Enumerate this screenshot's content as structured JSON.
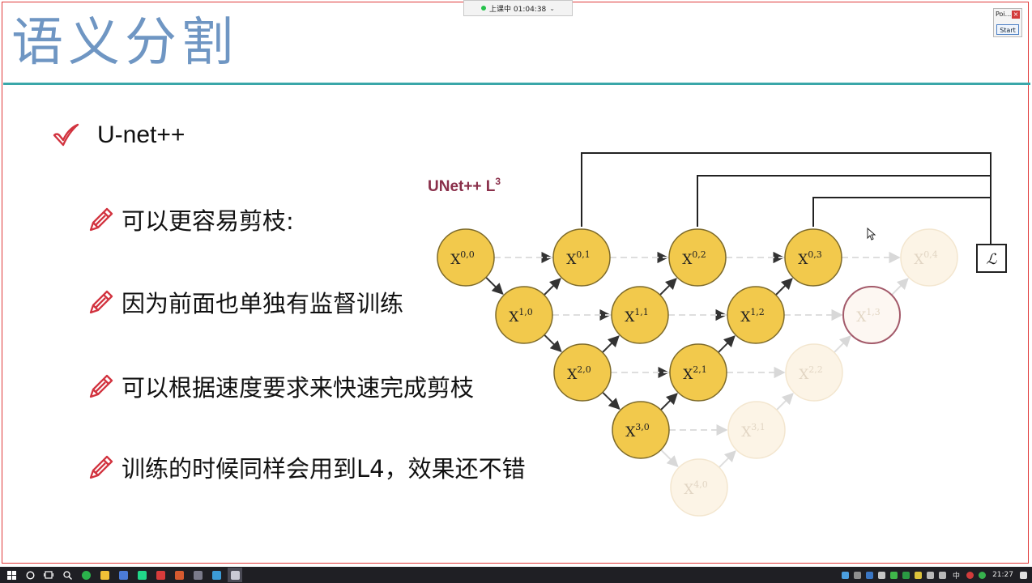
{
  "slide": {
    "title": "语义分割",
    "heading": "U-net++",
    "bullets": [
      "可以更容易剪枝:",
      "因为前面也单独有监督训练",
      "可以根据速度要求来快速完成剪枝",
      "训练的时候同样会用到L4，效果还不错"
    ]
  },
  "diagram": {
    "title_main": "UNet++ L",
    "title_sup": "3",
    "loss_label": "ℒ",
    "nodes": [
      {
        "id": "0,0",
        "base": "X",
        "sup": "0,0",
        "state": "active"
      },
      {
        "id": "0,1",
        "base": "X",
        "sup": "0,1",
        "state": "active"
      },
      {
        "id": "0,2",
        "base": "X",
        "sup": "0,2",
        "state": "active"
      },
      {
        "id": "0,3",
        "base": "X",
        "sup": "0,3",
        "state": "active"
      },
      {
        "id": "0,4",
        "base": "X",
        "sup": "0,4",
        "state": "faded"
      },
      {
        "id": "1,0",
        "base": "X",
        "sup": "1,0",
        "state": "active"
      },
      {
        "id": "1,1",
        "base": "X",
        "sup": "1,1",
        "state": "active"
      },
      {
        "id": "1,2",
        "base": "X",
        "sup": "1,2",
        "state": "active"
      },
      {
        "id": "1,3",
        "base": "X",
        "sup": "1,3",
        "state": "outlined"
      },
      {
        "id": "2,0",
        "base": "X",
        "sup": "2,0",
        "state": "active"
      },
      {
        "id": "2,1",
        "base": "X",
        "sup": "2,1",
        "state": "active"
      },
      {
        "id": "2,2",
        "base": "X",
        "sup": "2,2",
        "state": "faded"
      },
      {
        "id": "3,0",
        "base": "X",
        "sup": "3,0",
        "state": "active"
      },
      {
        "id": "3,1",
        "base": "X",
        "sup": "3,1",
        "state": "faded"
      },
      {
        "id": "4,0",
        "base": "X",
        "sup": "4,0",
        "state": "faded"
      }
    ]
  },
  "recording": {
    "label": "上课中 01:04:38"
  },
  "mini_window": {
    "title": "Poi...",
    "close": "×",
    "start_label": "Start"
  },
  "taskbar": {
    "ime": "中",
    "clock": "21:27"
  },
  "colors": {
    "title": "#6f96c3",
    "rule": "#3aa7a9",
    "node_fill": "#f2c94c",
    "node_stroke": "#7d6a2a",
    "diagram_title": "#8a2f4a",
    "icon_red": "#d2333f"
  },
  "icons": {
    "heading": "check-icon",
    "bullet": "pencil-icon",
    "cursor": "mouse-cursor-icon"
  }
}
